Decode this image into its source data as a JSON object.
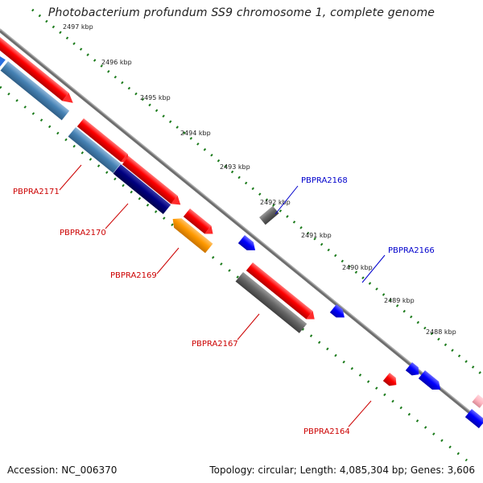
{
  "title": "Photobacterium profundum SS9 chromosome 1, complete genome",
  "footer": {
    "accession": "Accession: NC_006370",
    "topology": "Topology: circular; Length: 4,085,304 bp; Genes: 3,606"
  },
  "ruler_labels": [
    "2497 kbp",
    "2496 kbp",
    "2495 kbp",
    "2494 kbp",
    "2493 kbp",
    "2492 kbp",
    "2491 kbp",
    "2490 kbp",
    "2489 kbp",
    "2488 kbp"
  ],
  "gene_labels": [
    "PBPRA2171",
    "PBPRA2170",
    "PBPRA2169",
    "PBPRA2167",
    "PBPRA2164",
    "PBPRA2168",
    "PBPRA2166"
  ],
  "colors": {
    "backbone": "#808080",
    "tick": "#1a7a1a",
    "red_gene": "#ff0000",
    "steelblue_gene": "#4682b4",
    "navy_gene": "#000080",
    "orange_gene": "#ff9900",
    "gray_gene": "#666666",
    "blue_gene": "#0000ff",
    "pink_gene": "#ffb6c1",
    "red_label": "#cc0000",
    "blue_label": "#0000cc"
  }
}
